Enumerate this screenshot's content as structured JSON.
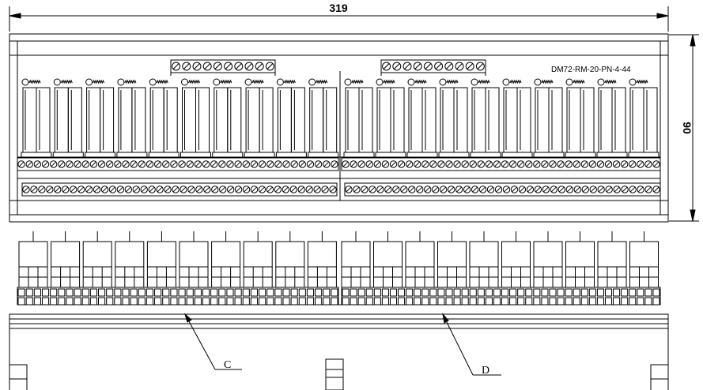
{
  "dimensions": {
    "width": "319",
    "height": "90"
  },
  "model_label": "DM72-RM-20-PN-4-44",
  "callouts": {
    "left": "C",
    "right": "D"
  }
}
